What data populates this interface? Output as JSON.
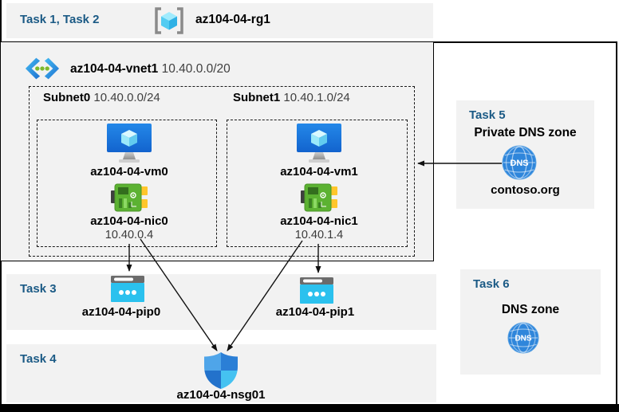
{
  "resource_group": {
    "tasks": "Task 1, Task 2",
    "name": "az104-04-rg1"
  },
  "vnet": {
    "name": "az104-04-vnet1",
    "cidr": "10.40.0.0/20"
  },
  "subnets": [
    {
      "name": "Subnet0",
      "cidr": "10.40.0.0/24",
      "vm": "az104-04-vm0",
      "nic": "az104-04-nic0",
      "ip": "10.40.0.4",
      "pip": "az104-04-pip0"
    },
    {
      "name": "Subnet1",
      "cidr": "10.40.1.0/24",
      "vm": "az104-04-vm1",
      "nic": "az104-04-nic1",
      "ip": "10.40.1.4",
      "pip": "az104-04-pip1"
    }
  ],
  "task3": {
    "label": "Task 3"
  },
  "task4": {
    "label": "Task 4",
    "nsg": "az104-04-nsg01"
  },
  "task5": {
    "label": "Task 5",
    "title": "Private DNS zone",
    "zone": "contoso.org",
    "dns_icon_text": "DNS"
  },
  "task6": {
    "label": "Task 6",
    "title": "DNS zone",
    "dns_icon_text": "DNS"
  },
  "colors": {
    "task_header_blue": "#1B5A85",
    "panel_gray": "#F2F2F2",
    "vm_blue": "#1E74DC",
    "nic_green": "#5CB232",
    "pip_cyan": "#2BC1EE",
    "dns_blue": "#2F86DB",
    "nsg_blue_light": "#4FA5E9",
    "nsg_cyan": "#45C2F1",
    "arrow_black": "#111111"
  }
}
